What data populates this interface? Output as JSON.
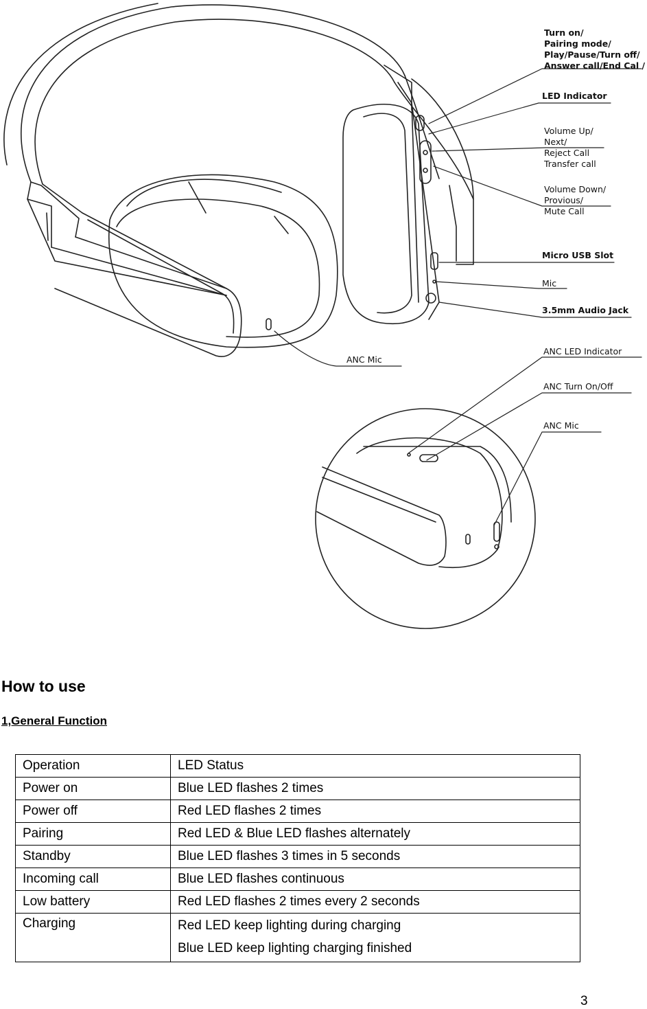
{
  "callouts": {
    "turn_on": "Turn on/\nPairing mode/\nPlay/Pause/Turn off/\nAnswer call/End Cal /",
    "led_indicator": "LED Indicator",
    "volume_up": "Volume Up/\nNext/\nReject Call\nTransfer call",
    "volume_down": "Volume Down/\nProvious/\nMute Call",
    "micro_usb": "Micro USB Slot",
    "mic": "Mic",
    "audio_jack": "3.5mm Audio Jack",
    "anc_mic_main": "ANC Mic",
    "anc_led": "ANC LED Indicator",
    "anc_turn": "ANC Turn On/Off",
    "anc_mic_inset": "ANC Mic"
  },
  "section_title": "How to use",
  "subsection_title": "1,General Function",
  "table": {
    "header": [
      "Operation",
      "LED Status"
    ],
    "rows": [
      {
        "operation": "Power on",
        "status": "Blue LED flashes 2 times"
      },
      {
        "operation": "Power off",
        "status": "Red LED flashes 2 times"
      },
      {
        "operation": "Pairing",
        "status": "Red LED & Blue LED flashes alternately"
      },
      {
        "operation": "Standby",
        "status": "Blue LED flashes 3 times in 5 seconds"
      },
      {
        "operation": "Incoming call",
        "status": "Blue LED flashes continuous"
      },
      {
        "operation": "Low battery",
        "status": "Red LED flashes 2 times every 2 seconds"
      }
    ],
    "charging": {
      "operation": "Charging",
      "status_line1": "Red LED keep lighting    during charging",
      "status_line2": "Blue LED keep lighting    charging finished"
    }
  },
  "page_number": "3"
}
